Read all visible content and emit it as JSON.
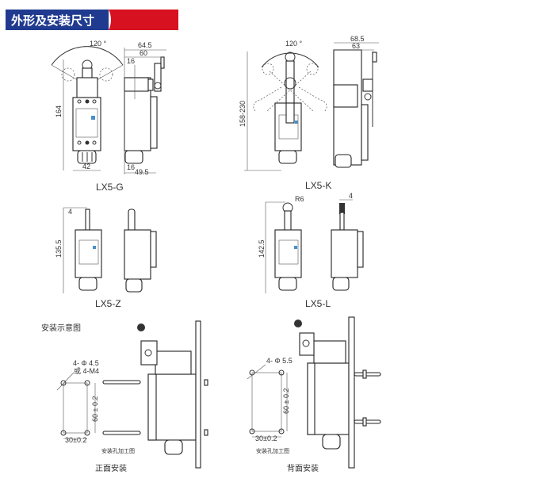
{
  "header": {
    "title": "外形及安装尺寸",
    "colors": {
      "blue": "#1f3a8f",
      "red": "#d7111f"
    }
  },
  "models": {
    "g": {
      "label": "LX5-G",
      "angle": "120 °",
      "height": "164",
      "width": "42",
      "side_total": "64.5",
      "side_60": "60",
      "side_16_top": "16",
      "side_16_bottom": "16",
      "side_depth": "49.5"
    },
    "k": {
      "label": "LX5-K",
      "angle": "120 °",
      "height": "158-230",
      "side_total": "68.5",
      "side_63": "63"
    },
    "z": {
      "label": "LX5-Z",
      "height": "135.5",
      "rod": "4"
    },
    "l": {
      "label": "LX5-L",
      "height": "142.5",
      "radius": "R6",
      "rod": "4"
    }
  },
  "install": {
    "title": "安装示意图",
    "front": {
      "holes": "4- Φ 4.5",
      "holes_alt": "或 4-M4",
      "vertical": "60 ± 0.2",
      "horizontal": "30±0.2",
      "caption": "安装孔加工图",
      "label": "正面安装"
    },
    "back": {
      "holes": "4- Φ 5.5",
      "vertical": "60 ± 0.2",
      "horizontal": "30±0.2",
      "caption": "安装孔加工图",
      "label": "背面安装"
    }
  }
}
